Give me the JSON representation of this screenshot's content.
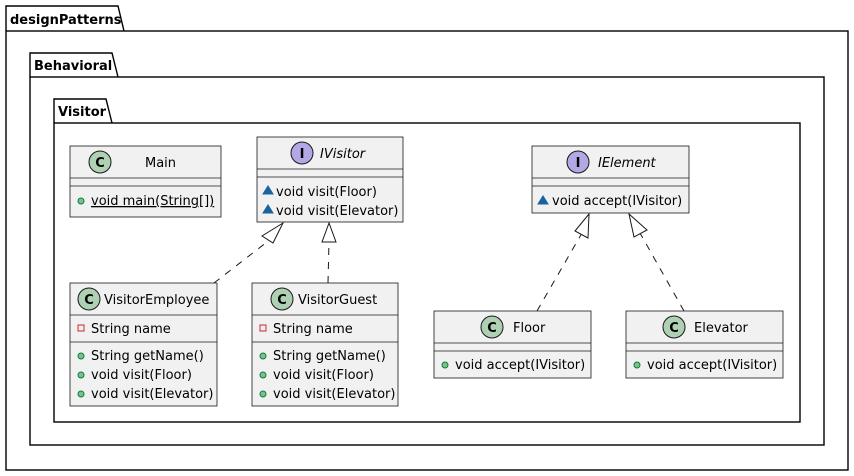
{
  "packages": {
    "outer": "designPatterns",
    "middle": "Behavioral",
    "inner": "Visitor"
  },
  "classes": {
    "main": {
      "stereotype": "C",
      "name": "Main",
      "methods": [
        {
          "vis": "public",
          "text": "void main(String[])",
          "static": true
        }
      ]
    },
    "ivisitor": {
      "stereotype": "I",
      "name": "IVisitor",
      "methods": [
        {
          "vis": "package",
          "text": "void visit(Floor)"
        },
        {
          "vis": "package",
          "text": "void visit(Elevator)"
        }
      ]
    },
    "ielement": {
      "stereotype": "I",
      "name": "IElement",
      "methods": [
        {
          "vis": "package",
          "text": "void accept(IVisitor)"
        }
      ]
    },
    "visitor_employee": {
      "stereotype": "C",
      "name": "VisitorEmployee",
      "fields": [
        {
          "vis": "private",
          "text": "String name"
        }
      ],
      "methods": [
        {
          "vis": "public",
          "text": "String getName()"
        },
        {
          "vis": "public",
          "text": "void visit(Floor)"
        },
        {
          "vis": "public",
          "text": "void visit(Elevator)"
        }
      ]
    },
    "visitor_guest": {
      "stereotype": "C",
      "name": "VisitorGuest",
      "fields": [
        {
          "vis": "private",
          "text": "String name"
        }
      ],
      "methods": [
        {
          "vis": "public",
          "text": "String getName()"
        },
        {
          "vis": "public",
          "text": "void visit(Floor)"
        },
        {
          "vis": "public",
          "text": "void visit(Elevator)"
        }
      ]
    },
    "floor": {
      "stereotype": "C",
      "name": "Floor",
      "methods": [
        {
          "vis": "public",
          "text": "void accept(IVisitor)"
        }
      ]
    },
    "elevator": {
      "stereotype": "C",
      "name": "Elevator",
      "methods": [
        {
          "vis": "public",
          "text": "void accept(IVisitor)"
        }
      ]
    }
  },
  "relations": [
    {
      "from": "visitor_employee",
      "to": "ivisitor",
      "type": "realization"
    },
    {
      "from": "visitor_guest",
      "to": "ivisitor",
      "type": "realization"
    },
    {
      "from": "floor",
      "to": "ielement",
      "type": "realization"
    },
    {
      "from": "elevator",
      "to": "ielement",
      "type": "realization"
    }
  ],
  "colors": {
    "class_fill": "#F1F1F1",
    "class_stereotype": "#ADD1B2",
    "interface_stereotype": "#B4A7E5",
    "public": "#84BE84",
    "private": "#C82930",
    "package_visibility": "#1963A0"
  }
}
